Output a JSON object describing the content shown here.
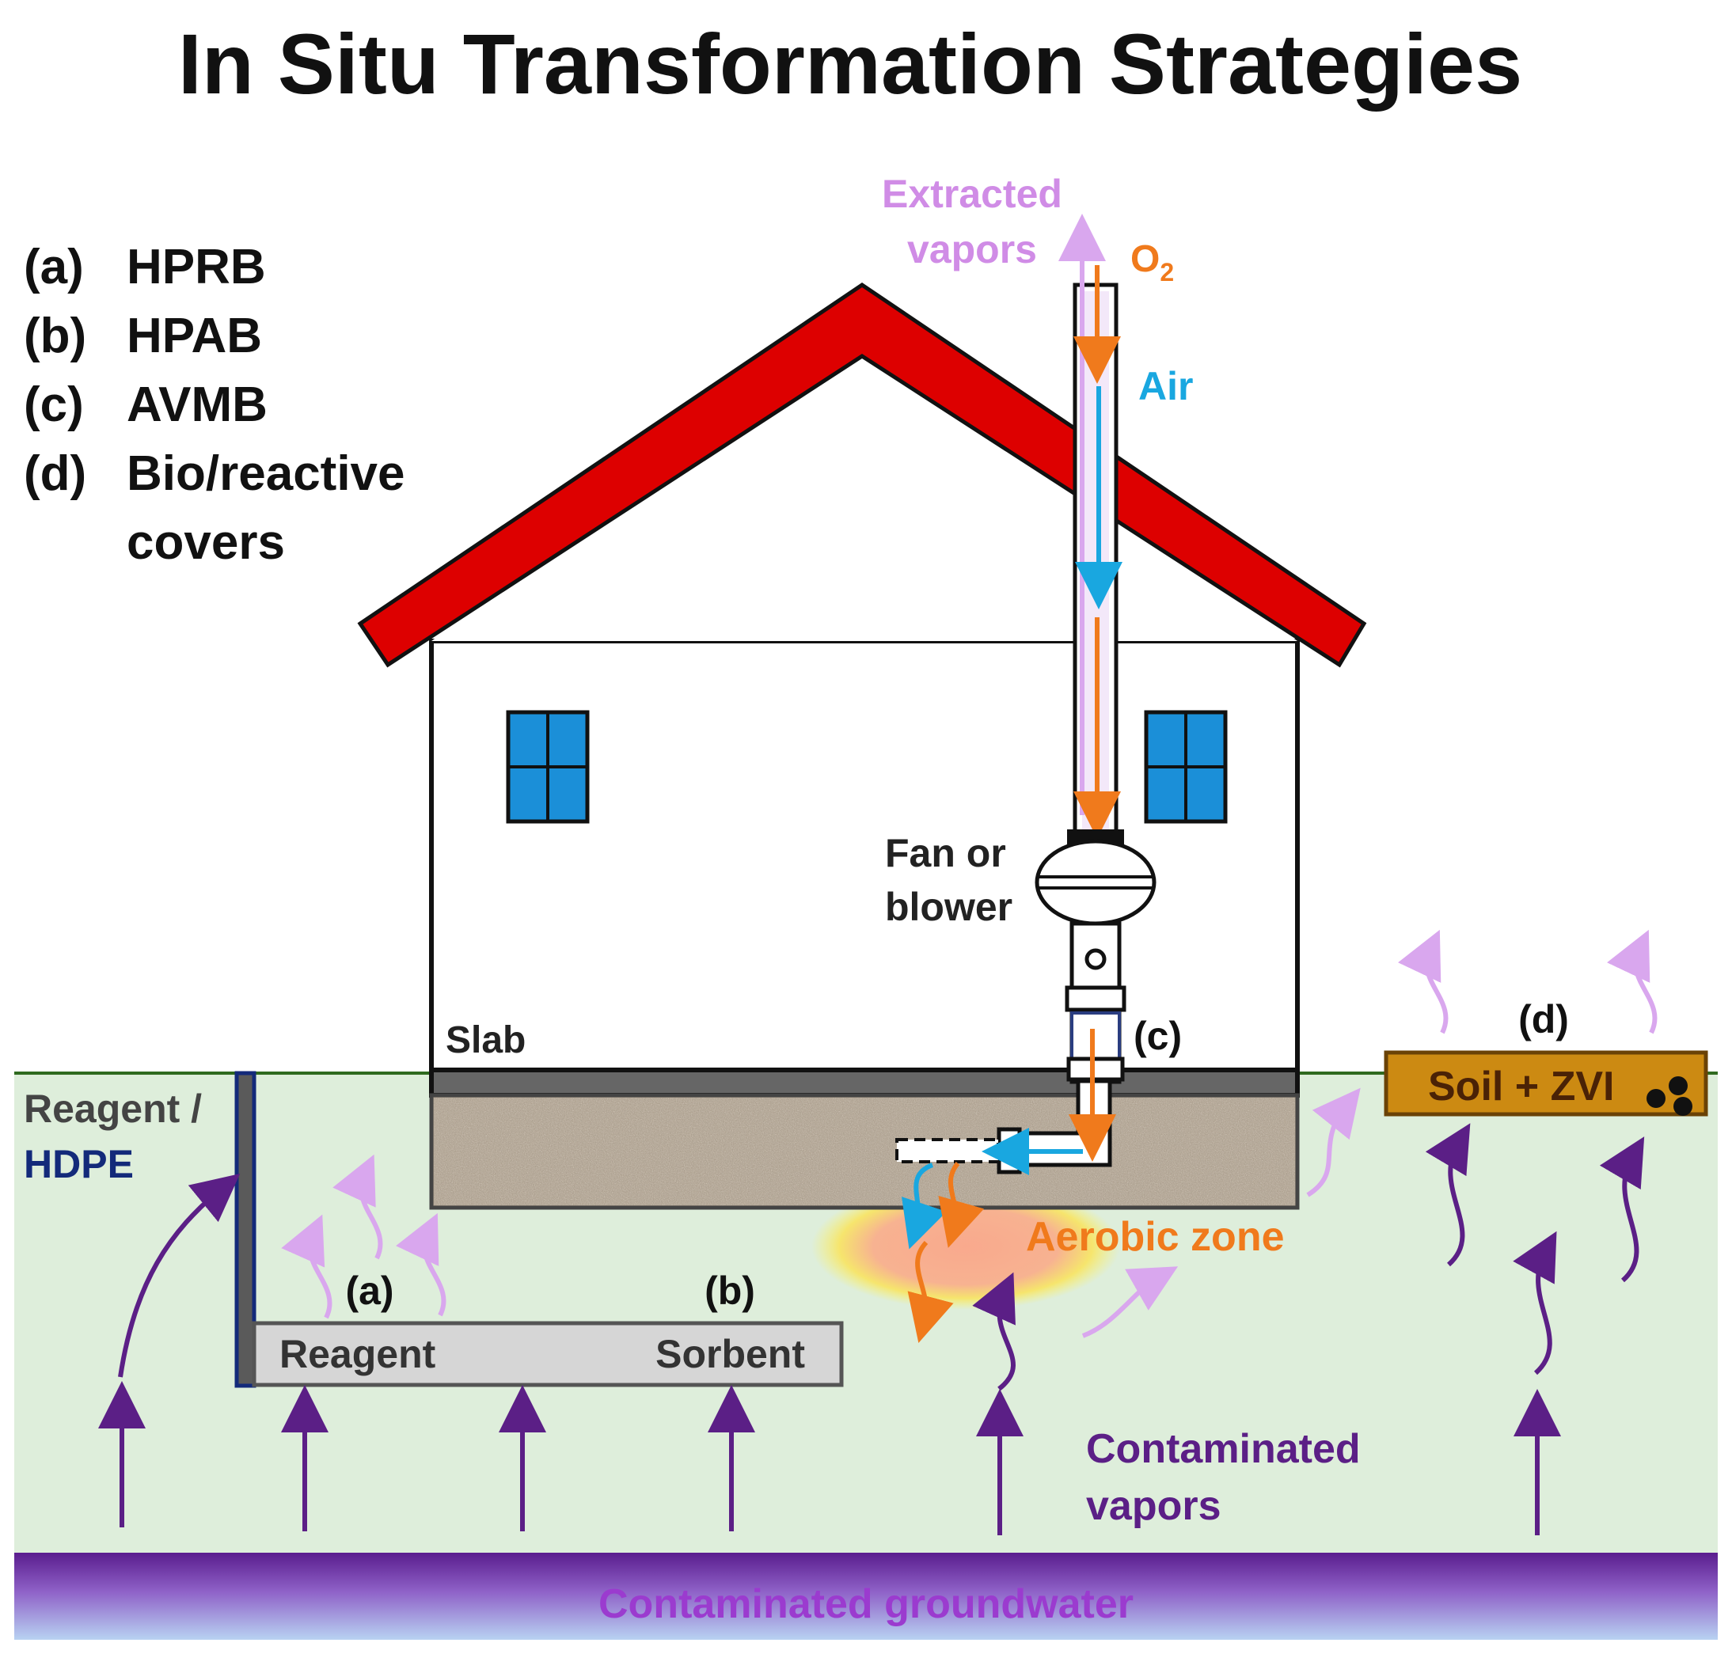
{
  "title": "In Situ Transformation Strategies",
  "legend": [
    {
      "key": "(a)",
      "label": "HPRB"
    },
    {
      "key": "(b)",
      "label": "HPAB"
    },
    {
      "key": "(c)",
      "label": "AVMB"
    },
    {
      "key": "(d)",
      "label": "Bio/reactive",
      "label2": "covers"
    }
  ],
  "stack": {
    "extracted_line1": "Extracted",
    "extracted_line2": "vapors",
    "o2_base": "O",
    "o2_sub": "2",
    "air": "Air"
  },
  "fan": {
    "line1": "Fan or",
    "line2": "blower"
  },
  "labels": {
    "slab": "Slab",
    "c_marker": "(c)",
    "d_marker": "(d)",
    "a_marker": "(a)",
    "b_marker": "(b)",
    "reagent_wall_line1": "Reagent /",
    "reagent_wall_line2": "HDPE",
    "barrier_reagent": "Reagent",
    "barrier_sorbent": "Sorbent",
    "cover_text": "Soil + ZVI",
    "aerobic_zone": "Aerobic zone",
    "contaminated_vapors_line1": "Contaminated",
    "contaminated_vapors_line2": "vapors",
    "groundwater": "Contaminated groundwater"
  },
  "colors": {
    "roof": "#dd0000",
    "window": "#1b8fd8",
    "soil": "#deeedb",
    "ground_line": "#2f6a1f",
    "vapor_dark": "#5b1f86",
    "vapor_light": "#d9a7ee",
    "extracted_text": "#d08ce6",
    "o2": "#f07a1c",
    "air": "#19a7e0",
    "hdpe_text": "#132a7a",
    "cover_fill": "#cc8a12",
    "cover_text": "#4a2206",
    "aerobic_text": "#f07a1c",
    "groundwater_text": "#9b3bcf",
    "cv_text": "#5b1f86"
  }
}
